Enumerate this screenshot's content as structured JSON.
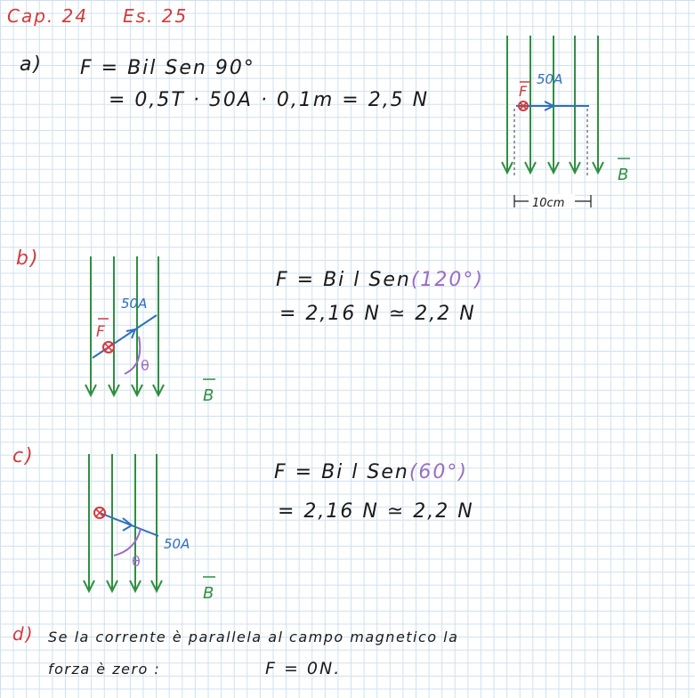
{
  "header": {
    "chapter": "Cap. 24",
    "exercise": "Es. 25"
  },
  "part_a": {
    "label": "a)",
    "line1": "F = Bil Sen 90°",
    "line2": "= 0,5T · 50A · 0,1m = 2,5 N",
    "diagram": {
      "force": "F",
      "current": "50A",
      "field": "B",
      "length": "10cm"
    }
  },
  "part_b": {
    "label": "b)",
    "line1_prefix": "F = Bi l Sen",
    "line1_angle": "(120°)",
    "line2": "= 2,16 N ≃ 2,2 N",
    "diagram": {
      "force": "F",
      "current": "50A",
      "angle": "θ",
      "field": "B"
    }
  },
  "part_c": {
    "label": "c)",
    "line1_prefix": "F = Bi l Sen",
    "line1_angle": "(60°)",
    "line2": "= 2,16  N ≃ 2,2 N",
    "diagram": {
      "current": "50A",
      "angle": "θ",
      "field": "B"
    }
  },
  "part_d": {
    "label": "d)",
    "line1": "Se   la   corrente   è   parallela   al   campo   magnetico   la",
    "line2": "forza   è   zero :",
    "line3": "F = 0N."
  },
  "colors": {
    "red": "#d63a3a",
    "blue": "#2f6fbf",
    "green": "#2f8f3f",
    "purple": "#9b6cc8"
  }
}
